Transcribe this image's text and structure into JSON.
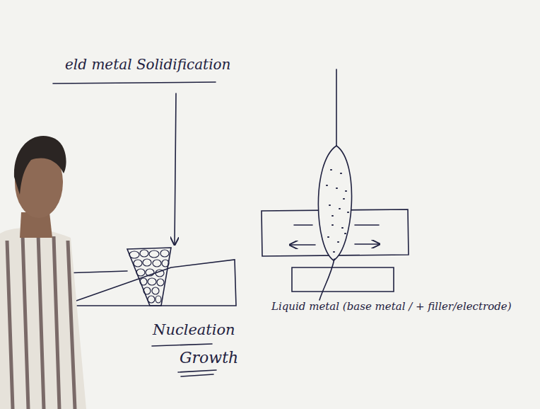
{
  "diagram": {
    "labels": [
      "eld metal Solidification",
      "Nucleation",
      "Growth",
      "Liquid metal (base metal / + filler/electrode)"
    ]
  }
}
